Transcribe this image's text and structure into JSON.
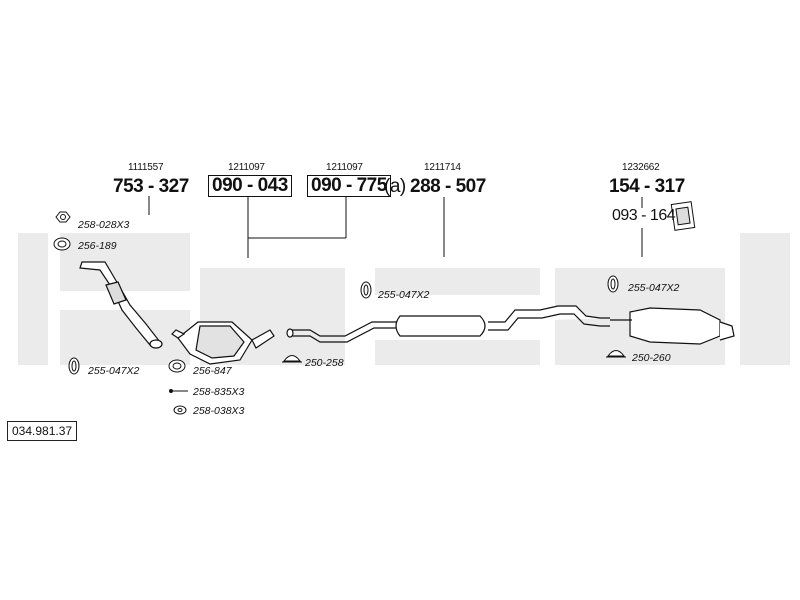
{
  "parts": {
    "front_pipe": {
      "small": "1111557",
      "code": "753 - 327"
    },
    "catalyst": {
      "small": "1211097",
      "code": "090 - 043"
    },
    "middle_pipe": {
      "small": "1211097",
      "code": "090 - 775",
      "suffix": "(a)"
    },
    "middle_silencer": {
      "small": "1211714",
      "code": "288 - 507"
    },
    "rear_silencer": {
      "small": "1232662",
      "code": "154 - 317"
    },
    "hanger_kit": {
      "code": "093 - 164"
    }
  },
  "small_parts": {
    "nut": "258-028X3",
    "gasket": "256-189",
    "clamp_front": "255-047X2",
    "ring_cat": "256-847",
    "bolt": "258-835X3",
    "nut2": "258-038X3",
    "clamp_middle": "255-047X2",
    "clamp_250_258": "250-258",
    "clamp_rear": "255-047X2",
    "clamp_250_260": "250-260"
  },
  "reference": "034.981.37"
}
